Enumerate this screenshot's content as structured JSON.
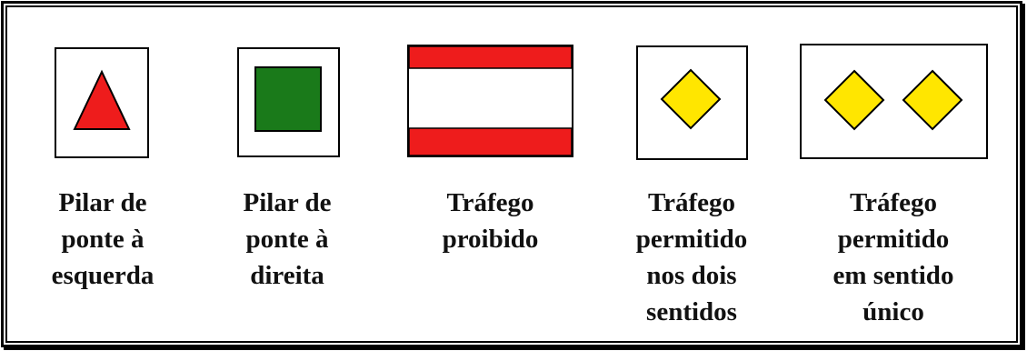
{
  "signs": [
    {
      "id": "pilar-esquerda",
      "lines": [
        "Pilar de",
        "ponte à",
        "esquerda"
      ],
      "symbol": "red-triangle-icon"
    },
    {
      "id": "pilar-direita",
      "lines": [
        "Pilar de",
        "ponte à",
        "direita"
      ],
      "symbol": "green-square-icon"
    },
    {
      "id": "trafego-proibido",
      "lines": [
        "Tráfego",
        "proibido"
      ],
      "symbol": "red-white-red-bands-icon"
    },
    {
      "id": "trafego-dois-sentidos",
      "lines": [
        "Tráfego",
        "permitido",
        "nos dois",
        "sentidos"
      ],
      "symbol": "yellow-diamond-icon"
    },
    {
      "id": "trafego-sentido-unico",
      "lines": [
        "Tráfego",
        "permitido",
        "em sentido",
        "único"
      ],
      "symbol": "two-yellow-diamonds-icon"
    }
  ],
  "colors": {
    "red": "#ee1c1c",
    "green": "#1a7a1a",
    "yellow": "#ffe600",
    "border": "#000000",
    "background": "#ffffff"
  }
}
